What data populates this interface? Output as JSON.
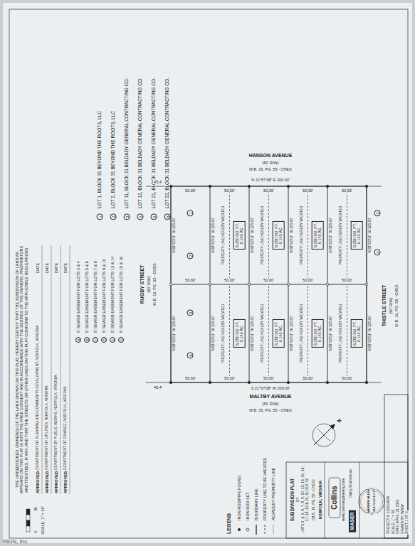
{
  "diagram": {
    "nodes": [
      {
        "text": [
          "6,250 SQ. FT.",
          "0.143 AC."
        ]
      },
      {
        "text": [
          "6,250 SQ. FT.",
          "0.143 AC."
        ]
      },
      {
        "text": [
          "6,250 SQ. FT.",
          "0.143 AC."
        ]
      },
      {
        "text": [
          "6,250 SQ. FT.",
          "0.143 AC."
        ]
      },
      {
        "text": [
          "6,250 SQ. FT.",
          "0.143 AC."
        ]
      },
      {
        "text": [
          "6,250 SQ. FT.",
          "0.143 AC."
        ]
      },
      {
        "text": [
          "6,250 SQ. FT.",
          "0.143 AC."
        ]
      },
      {
        "text": [
          "6,250 SQ. FT.",
          "0.143 AC."
        ]
      }
    ],
    "labels": [
      "1",
      "LOT 1, BLOCK 31 BEYOND THE ROOTS, LLC",
      "2",
      "LOT 2, BLOCK 31 BEYOND THE ROOTS, LLC",
      "3",
      "LOT 11, BLOCK 31 BELDADY GENERAL CONTRACTING CO.",
      "4",
      "LOT 12, BLOCK 31 BELDADY GENERAL CONTRACTING CO.",
      "5",
      "LOT 21, BLOCK 31 BELDADY GENERAL CONTRACTING CO.",
      "6",
      "LOT 22, BLOCK 31 BELDADY GENERAL CONTRACTING CO.",
      "A",
      "5' SEWER EASEMENT FOR LOTS 3 & 4",
      "B",
      "5' SEWER EASEMENT FOR LOTS 5 & 6",
      "C",
      "5' SEWER EASEMENT FOR LOTS 7 & 8",
      "D",
      "5' SEWER EASEMENT FOR LOTS 9 & 10",
      "E",
      "5' SEWER EASEMENT FOR LOTS 13 & 14",
      "F",
      "5' SEWER EASEMENT FOR LOTS 15 & 16",
      "THE UNDERSIGNED, OWNER(S) OF THE LAND SHOWN ON THIS PLAT, HEREBY CERTIFY THAT THE SUBDIVISION OF LAND AS APPEARS ON THIS PLAT IS WITH THE FREE CONSENT AND IN ACCORDANCE WITH THE DESIRES OF THE OWNERS, PROPRIETORS AND TRUSTEES, IF ANY, AND THAT THE STREETS OR OTHER LINES ON THIS PLAT CONFORM TO THE APPLICABLE REGULATIONS.",
      "APPROVED:",
      "DEPARTMENT OF PLANNING AND COMMUNITY DEVELOPMENT, NORFOLK, VIRGINIA",
      "DATE",
      "APPROVED:",
      "DEPARTMENT OF UTILITIES, NORFOLK, VIRGINIA",
      "DATE",
      "APPROVED:",
      "DEPARTMENT OF PUBLIC WORKS, NORFOLK, VIRGINIA",
      "DATE",
      "APPROVED:",
      "DEPARTMENT OF FINANCE, NORFOLK, VIRGINIA",
      "DATE",
      "HANSON AVENUE",
      "(50' R/W)",
      "M.B. 16, PG. 55 - CHES",
      "MALTBY AVENUE",
      "(50' R/W)",
      "M.B. 16, PG. 55 - CHES",
      "THISTLE STREET",
      "(50' R/W)",
      "M.B. 16, PG. 55 - CHES",
      "RUGBY STREET",
      "(50' R/W)",
      "M.B. 16, PG. 55 - CHES",
      "N 21°57'08\" E 200.00'",
      "S 21°57'08\" W 200.00'",
      "45.4'",
      "45.4'",
      "50.00'",
      "50.00'",
      "50.00'",
      "50.00'",
      "50.00'",
      "50.00'",
      "50.00'",
      "50.00'",
      "50.00'",
      "50.00'",
      "50.00'",
      "50.00'",
      "50.00'",
      "50.00'",
      "50.00'",
      "N 68°02'01\" W 125.00'",
      "N 68°02'01\" W 125.00'",
      "N 68°02'01\" W 125.00'",
      "N 68°02'01\" W 125.00'",
      "N 68°02'01\" W 125.00'",
      "N 68°02'01\" W 125.00'",
      "N 68°02'01\" W 125.00'",
      "N 68°02'01\" W 125.00'",
      "N 68°02'01\" W 125.00'",
      "N 68°02'01\" W 125.00'",
      "N 68°02'01\" W 125.00'",
      "N 68°02'01\" W 125.00'",
      "PROPERTY LINE HEREBY VACATED",
      "PROPERTY LINE HEREBY VACATED",
      "PROPERTY LINE HEREBY VACATED",
      "PROPERTY LINE HEREBY VACATED",
      "PROPERTY LINE HEREBY VACATED",
      "PROPERTY LINE HEREBY VACATED",
      "PROPERTY LINE HEREBY VACATED",
      "PROPERTY LINE HEREBY VACATED",
      "1",
      "2",
      "3",
      "4",
      "5",
      "6",
      "LEGEND",
      "0",
      "30",
      "SCALE: 1\" = 30'",
      "N",
      "SUBDIVISION PLAT",
      "OF",
      "LOTS 3, 4, 5, 6, 7, 8, 9, 10, 13, 14, 15, 16, 17, 18, 19 & 20, BLOCK 31",
      "(M.B. 16, PG. 55 - CHES)",
      "NORFOLK, VIRGINIA",
      "Collins",
      "www.collinsengineering.com",
      "Doing Business as",
      "MASER",
      "WARREN ALLEN",
      "LAND SURVEYOR",
      "PROJECT #: 22001467A",
      "SCALE: 1\" = 30'",
      "DATE: APRIL 18, 2022",
      "DRAWN BY: WWW",
      "SHEET 1 OF 2",
      "REIN, Inc."
    ],
    "legend": [
      {
        "text": "IRON ROD/PIPE FOUND"
      },
      {
        "text": "IRON ROD SET"
      },
      {
        "text": "BOUNDARY LINE"
      },
      {
        "text": "PROPERTY LINE TO BE VACATED"
      },
      {
        "text": "ADJACENT PROPERTY LINE"
      }
    ]
  }
}
